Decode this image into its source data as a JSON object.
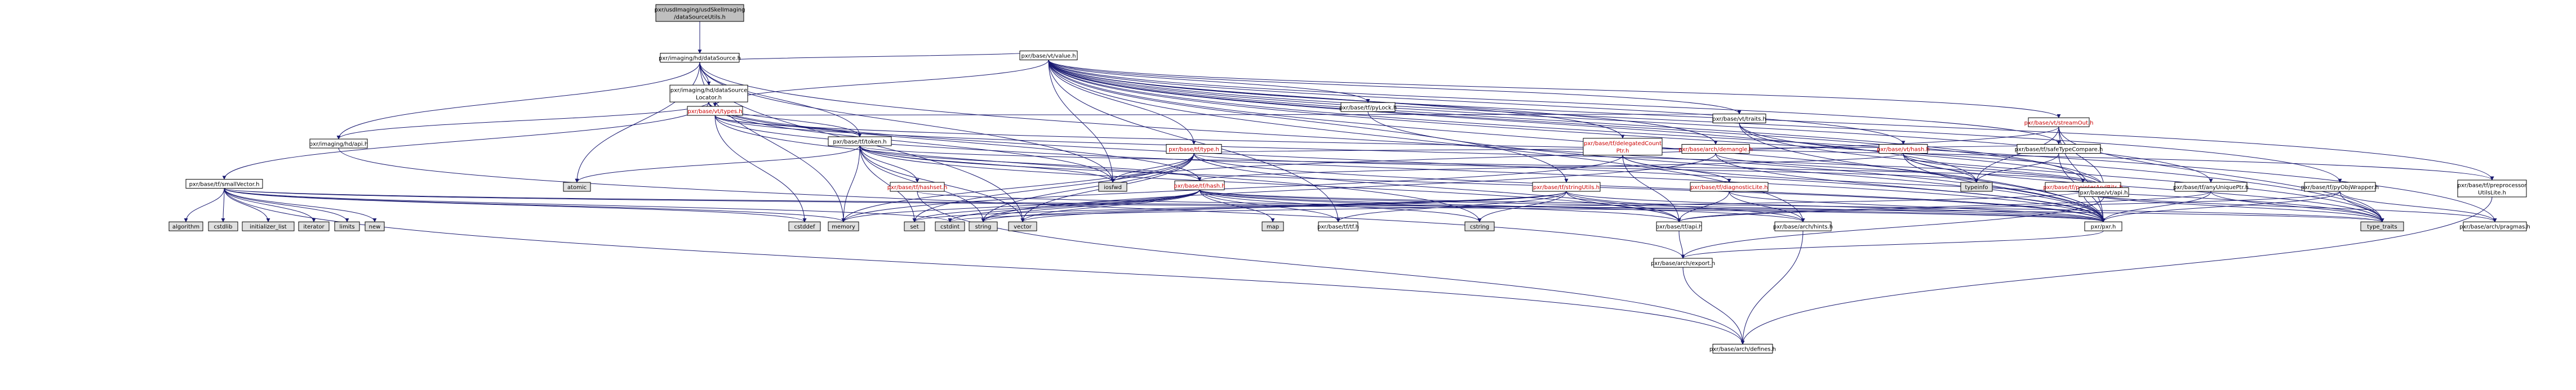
{
  "nodes": [
    {
      "id": "root",
      "lines": [
        "pxr/usdImaging/usdSkelImaging",
        "/dataSourceUtils.h"
      ],
      "style": "root"
    },
    {
      "id": "hd_dataSource",
      "lines": [
        "pxr/imaging/hd/dataSource.h"
      ],
      "style": "normal"
    },
    {
      "id": "hd_dataSourceLocator",
      "lines": [
        "pxr/imaging/hd/dataSource",
        "Locator.h"
      ],
      "style": "normal"
    },
    {
      "id": "hd_api",
      "lines": [
        "pxr/imaging/hd/api.h"
      ],
      "style": "normal"
    },
    {
      "id": "vt_value",
      "lines": [
        "pxr/base/vt/value.h"
      ],
      "style": "normal"
    },
    {
      "id": "vt_types",
      "lines": [
        "pxr/base/vt/types.h"
      ],
      "style": "red"
    },
    {
      "id": "tf_token",
      "lines": [
        "pxr/base/tf/token.h"
      ],
      "style": "normal"
    },
    {
      "id": "tf_smallVector",
      "lines": [
        "pxr/base/tf/smallVector.h"
      ],
      "style": "normal"
    },
    {
      "id": "tf_type",
      "lines": [
        "pxr/base/tf/type.h"
      ],
      "style": "red"
    },
    {
      "id": "tf_delegatedCountPtr",
      "lines": [
        "pxr/base/tf/delegatedCount",
        "Ptr.h"
      ],
      "style": "red"
    },
    {
      "id": "arch_demangle",
      "lines": [
        "pxr/base/arch/demangle.h"
      ],
      "style": "red"
    },
    {
      "id": "tf_safeTypeCompare",
      "lines": [
        "pxr/base/tf/safeTypeCompare.h"
      ],
      "style": "normal"
    },
    {
      "id": "vt_hash",
      "lines": [
        "pxr/base/vt/hash.h"
      ],
      "style": "red"
    },
    {
      "id": "vt_streamOut",
      "lines": [
        "pxr/base/vt/streamOut.h"
      ],
      "style": "red"
    },
    {
      "id": "vt_traits",
      "lines": [
        "pxr/base/vt/traits.h"
      ],
      "style": "normal"
    },
    {
      "id": "tf_pyLock",
      "lines": [
        "pxr/base/tf/pyLock.h"
      ],
      "style": "normal"
    },
    {
      "id": "tf_hash",
      "lines": [
        "pxr/base/tf/hash.h"
      ],
      "style": "red"
    },
    {
      "id": "tf_hashset",
      "lines": [
        "pxr/base/tf/hashset.h"
      ],
      "style": "red"
    },
    {
      "id": "tf_stringUtils",
      "lines": [
        "pxr/base/tf/stringUtils.h"
      ],
      "style": "red"
    },
    {
      "id": "tf_diagnosticLite",
      "lines": [
        "pxr/base/tf/diagnosticLite.h"
      ],
      "style": "red"
    },
    {
      "id": "tf_pointerAndBits",
      "lines": [
        "pxr/base/tf/pointerAndBits.h"
      ],
      "style": "red"
    },
    {
      "id": "tf_anyUniquePtr",
      "lines": [
        "pxr/base/tf/anyUniquePtr.h"
      ],
      "style": "normal"
    },
    {
      "id": "tf_pyObjWrapper",
      "lines": [
        "pxr/base/tf/pyObjWrapper.h"
      ],
      "style": "normal"
    },
    {
      "id": "tf_preprocessorUtilsLite",
      "lines": [
        "pxr/base/tf/preprocessor",
        "UtilsLite.h"
      ],
      "style": "normal"
    },
    {
      "id": "vt_api",
      "lines": [
        "pxr/base/vt/api.h"
      ],
      "style": "normal"
    },
    {
      "id": "pxr_h",
      "lines": [
        "pxr/pxr.h"
      ],
      "style": "normal"
    },
    {
      "id": "tf_api",
      "lines": [
        "pxr/base/tf/api.h"
      ],
      "style": "normal"
    },
    {
      "id": "tf_tf",
      "lines": [
        "pxr/base/tf/tf.h"
      ],
      "style": "normal"
    },
    {
      "id": "arch_hints",
      "lines": [
        "pxr/base/arch/hints.h"
      ],
      "style": "normal"
    },
    {
      "id": "arch_pragmas",
      "lines": [
        "pxr/base/arch/pragmas.h"
      ],
      "style": "normal"
    },
    {
      "id": "arch_export",
      "lines": [
        "pxr/base/arch/export.h"
      ],
      "style": "normal"
    },
    {
      "id": "arch_defines",
      "lines": [
        "pxr/base/arch/defines.h"
      ],
      "style": "normal"
    },
    {
      "id": "std_atomic",
      "lines": [
        "atomic"
      ],
      "style": "std"
    },
    {
      "id": "std_iosfwd",
      "lines": [
        "iosfwd"
      ],
      "style": "std"
    },
    {
      "id": "std_typeinfo",
      "lines": [
        "typeinfo"
      ],
      "style": "std"
    },
    {
      "id": "std_memory",
      "lines": [
        "memory"
      ],
      "style": "std"
    },
    {
      "id": "std_vector",
      "lines": [
        "vector"
      ],
      "style": "std"
    },
    {
      "id": "std_set",
      "lines": [
        "set"
      ],
      "style": "std"
    },
    {
      "id": "std_cstdint",
      "lines": [
        "cstdint"
      ],
      "style": "std"
    },
    {
      "id": "std_string",
      "lines": [
        "string"
      ],
      "style": "std"
    },
    {
      "id": "std_map",
      "lines": [
        "map"
      ],
      "style": "std"
    },
    {
      "id": "std_cstring",
      "lines": [
        "cstring"
      ],
      "style": "std"
    },
    {
      "id": "std_cstddef",
      "lines": [
        "cstddef"
      ],
      "style": "std"
    },
    {
      "id": "std_type_traits",
      "lines": [
        "type_traits"
      ],
      "style": "std"
    },
    {
      "id": "std_algorithm",
      "lines": [
        "algorithm"
      ],
      "style": "std"
    },
    {
      "id": "std_cstdlib",
      "lines": [
        "cstdlib"
      ],
      "style": "std"
    },
    {
      "id": "std_initializer_list",
      "lines": [
        "initializer_list"
      ],
      "style": "std"
    },
    {
      "id": "std_iterator",
      "lines": [
        "iterator"
      ],
      "style": "std"
    },
    {
      "id": "std_limits",
      "lines": [
        "limits"
      ],
      "style": "std"
    },
    {
      "id": "std_new",
      "lines": [
        "new"
      ],
      "style": "std"
    }
  ],
  "edges": [
    [
      "root",
      "hd_dataSource"
    ],
    [
      "hd_dataSource",
      "hd_api"
    ],
    [
      "hd_dataSource",
      "hd_dataSourceLocator"
    ],
    [
      "hd_dataSource",
      "tf_token"
    ],
    [
      "hd_dataSource",
      "vt_value"
    ],
    [
      "hd_dataSource",
      "std_atomic"
    ],
    [
      "hd_dataSource",
      "std_iosfwd"
    ],
    [
      "hd_dataSource",
      "std_memory"
    ],
    [
      "hd_dataSource",
      "std_vector"
    ],
    [
      "hd_dataSource",
      "pxr_h"
    ],
    [
      "hd_dataSourceLocator",
      "hd_api"
    ],
    [
      "hd_dataSourceLocator",
      "tf_token"
    ],
    [
      "hd_dataSourceLocator",
      "tf_smallVector"
    ],
    [
      "hd_dataSourceLocator",
      "tf_hash"
    ],
    [
      "hd_dataSourceLocator",
      "std_iosfwd"
    ],
    [
      "hd_dataSourceLocator",
      "pxr_h"
    ],
    [
      "hd_api",
      "arch_export"
    ],
    [
      "vt_value",
      "vt_types"
    ],
    [
      "vt_value",
      "tf_type"
    ],
    [
      "vt_value",
      "tf_delegatedCountPtr"
    ],
    [
      "vt_value",
      "arch_demangle"
    ],
    [
      "vt_value",
      "tf_safeTypeCompare"
    ],
    [
      "vt_value",
      "vt_hash"
    ],
    [
      "vt_value",
      "vt_streamOut"
    ],
    [
      "vt_value",
      "vt_traits"
    ],
    [
      "vt_value",
      "tf_pyLock"
    ],
    [
      "vt_value",
      "tf_stringUtils"
    ],
    [
      "vt_value",
      "tf_pointerAndBits"
    ],
    [
      "vt_value",
      "tf_anyUniquePtr"
    ],
    [
      "vt_value",
      "tf_pyObjWrapper"
    ],
    [
      "vt_value",
      "tf_preprocessorUtilsLite"
    ],
    [
      "vt_value",
      "vt_api"
    ],
    [
      "vt_value",
      "pxr_h"
    ],
    [
      "vt_value",
      "arch_pragmas"
    ],
    [
      "vt_value",
      "arch_hints"
    ],
    [
      "vt_value",
      "tf_tf"
    ],
    [
      "vt_value",
      "std_iosfwd"
    ],
    [
      "vt_value",
      "std_typeinfo"
    ],
    [
      "vt_value",
      "std_type_traits"
    ],
    [
      "vt_types",
      "vt_api"
    ],
    [
      "vt_types",
      "vt_traits"
    ],
    [
      "vt_types",
      "tf_token"
    ],
    [
      "vt_types",
      "pxr_h"
    ],
    [
      "vt_types",
      "std_cstddef"
    ],
    [
      "vt_types",
      "std_cstring"
    ],
    [
      "vt_types",
      "tf_preprocessorUtilsLite"
    ],
    [
      "tf_token",
      "tf_api"
    ],
    [
      "tf_token",
      "tf_hash"
    ],
    [
      "tf_token",
      "tf_hashset"
    ],
    [
      "tf_token",
      "tf_pointerAndBits"
    ],
    [
      "tf_token",
      "std_atomic"
    ],
    [
      "tf_token",
      "std_iosfwd"
    ],
    [
      "tf_token",
      "std_memory"
    ],
    [
      "tf_token",
      "std_set"
    ],
    [
      "tf_token",
      "std_string"
    ],
    [
      "tf_token",
      "std_vector"
    ],
    [
      "tf_token",
      "pxr_h"
    ],
    [
      "tf_smallVector",
      "std_algorithm"
    ],
    [
      "tf_smallVector",
      "std_cstddef"
    ],
    [
      "tf_smallVector",
      "std_cstdint"
    ],
    [
      "tf_smallVector",
      "std_cstdlib"
    ],
    [
      "tf_smallVector",
      "std_initializer_list"
    ],
    [
      "tf_smallVector",
      "std_iterator"
    ],
    [
      "tf_smallVector",
      "std_limits"
    ],
    [
      "tf_smallVector",
      "std_memory"
    ],
    [
      "tf_smallVector",
      "std_new"
    ],
    [
      "tf_smallVector",
      "std_type_traits"
    ],
    [
      "tf_smallVector",
      "arch_defines"
    ],
    [
      "tf_smallVector",
      "pxr_h"
    ],
    [
      "tf_type",
      "tf_api"
    ],
    [
      "tf_type",
      "tf_safeTypeCompare"
    ],
    [
      "tf_type",
      "std_iosfwd"
    ],
    [
      "tf_type",
      "std_memory"
    ],
    [
      "tf_type",
      "std_set"
    ],
    [
      "tf_type",
      "std_string"
    ],
    [
      "tf_type",
      "std_typeinfo"
    ],
    [
      "tf_type",
      "std_vector"
    ],
    [
      "tf_type",
      "pxr_h"
    ],
    [
      "tf_delegatedCountPtr",
      "tf_api"
    ],
    [
      "tf_delegatedCountPtr",
      "tf_diagnosticLite"
    ],
    [
      "tf_delegatedCountPtr",
      "std_memory"
    ],
    [
      "tf_delegatedCountPtr",
      "std_type_traits"
    ],
    [
      "arch_demangle",
      "std_string"
    ],
    [
      "arch_demangle",
      "std_typeinfo"
    ],
    [
      "arch_demangle",
      "pxr_h"
    ],
    [
      "tf_safeTypeCompare",
      "std_typeinfo"
    ],
    [
      "tf_safeTypeCompare",
      "pxr_h"
    ],
    [
      "vt_hash",
      "vt_api"
    ],
    [
      "vt_hash",
      "tf_hash"
    ],
    [
      "vt_hash",
      "std_typeinfo"
    ],
    [
      "vt_hash",
      "std_type_traits"
    ],
    [
      "vt_hash",
      "pxr_h"
    ],
    [
      "vt_streamOut",
      "vt_api"
    ],
    [
      "vt_streamOut",
      "std_iosfwd"
    ],
    [
      "vt_streamOut",
      "std_typeinfo"
    ],
    [
      "vt_streamOut",
      "std_type_traits"
    ],
    [
      "vt_streamOut",
      "pxr_h"
    ],
    [
      "vt_traits",
      "vt_api"
    ],
    [
      "vt_traits",
      "pxr_h"
    ],
    [
      "vt_traits",
      "std_type_traits"
    ],
    [
      "tf_pyLock",
      "pxr_h"
    ],
    [
      "tf_hash",
      "tf_tf"
    ],
    [
      "tf_hash",
      "arch_hints"
    ],
    [
      "tf_hash",
      "std_cstring"
    ],
    [
      "tf_hash",
      "std_map"
    ],
    [
      "tf_hash",
      "std_memory"
    ],
    [
      "tf_hash",
      "std_set"
    ],
    [
      "tf_hash",
      "std_string"
    ],
    [
      "tf_hash",
      "std_type_traits"
    ],
    [
      "tf_hash",
      "std_vector"
    ],
    [
      "tf_hash",
      "std_cstdint"
    ],
    [
      "tf_hash",
      "tf_api"
    ],
    [
      "tf_hash",
      "pxr_h"
    ],
    [
      "tf_hashset",
      "arch_defines"
    ],
    [
      "tf_hashset",
      "pxr_h"
    ],
    [
      "tf_stringUtils",
      "tf_api"
    ],
    [
      "tf_stringUtils",
      "arch_hints"
    ],
    [
      "tf_stringUtils",
      "tf_tf"
    ],
    [
      "tf_stringUtils",
      "std_cstring"
    ],
    [
      "tf_stringUtils",
      "std_set"
    ],
    [
      "tf_stringUtils",
      "std_string"
    ],
    [
      "tf_stringUtils",
      "std_vector"
    ],
    [
      "tf_stringUtils",
      "pxr_h"
    ],
    [
      "tf_diagnosticLite",
      "tf_api"
    ],
    [
      "tf_diagnosticLite",
      "arch_hints"
    ],
    [
      "tf_diagnosticLite",
      "pxr_h"
    ],
    [
      "tf_pointerAndBits",
      "pxr_h"
    ],
    [
      "tf_pointerAndBits",
      "arch_pragmas"
    ],
    [
      "tf_pointerAndBits",
      "std_cstdint"
    ],
    [
      "tf_pointerAndBits",
      "std_type_traits"
    ],
    [
      "tf_anyUniquePtr",
      "tf_api"
    ],
    [
      "tf_anyUniquePtr",
      "pxr_h"
    ],
    [
      "tf_anyUniquePtr",
      "std_type_traits"
    ],
    [
      "tf_pyObjWrapper",
      "tf_api"
    ],
    [
      "tf_pyObjWrapper",
      "arch_pragmas"
    ],
    [
      "tf_pyObjWrapper",
      "pxr_h"
    ],
    [
      "tf_pyObjWrapper",
      "std_type_traits"
    ],
    [
      "tf_preprocessorUtilsLite",
      "arch_defines"
    ],
    [
      "vt_api",
      "arch_export"
    ],
    [
      "pxr_h",
      "arch_export"
    ],
    [
      "tf_api",
      "arch_export"
    ],
    [
      "arch_hints",
      "arch_defines"
    ],
    [
      "arch_export",
      "arch_defines"
    ]
  ],
  "colors": {
    "root_fill": "#bfbfbf",
    "node_fill": "#ffffff",
    "std_fill": "#e0e0e0",
    "node_stroke": "#000000",
    "std_stroke": "#bfbfbf",
    "red_text": "#cc0000",
    "edge": "#191970"
  }
}
